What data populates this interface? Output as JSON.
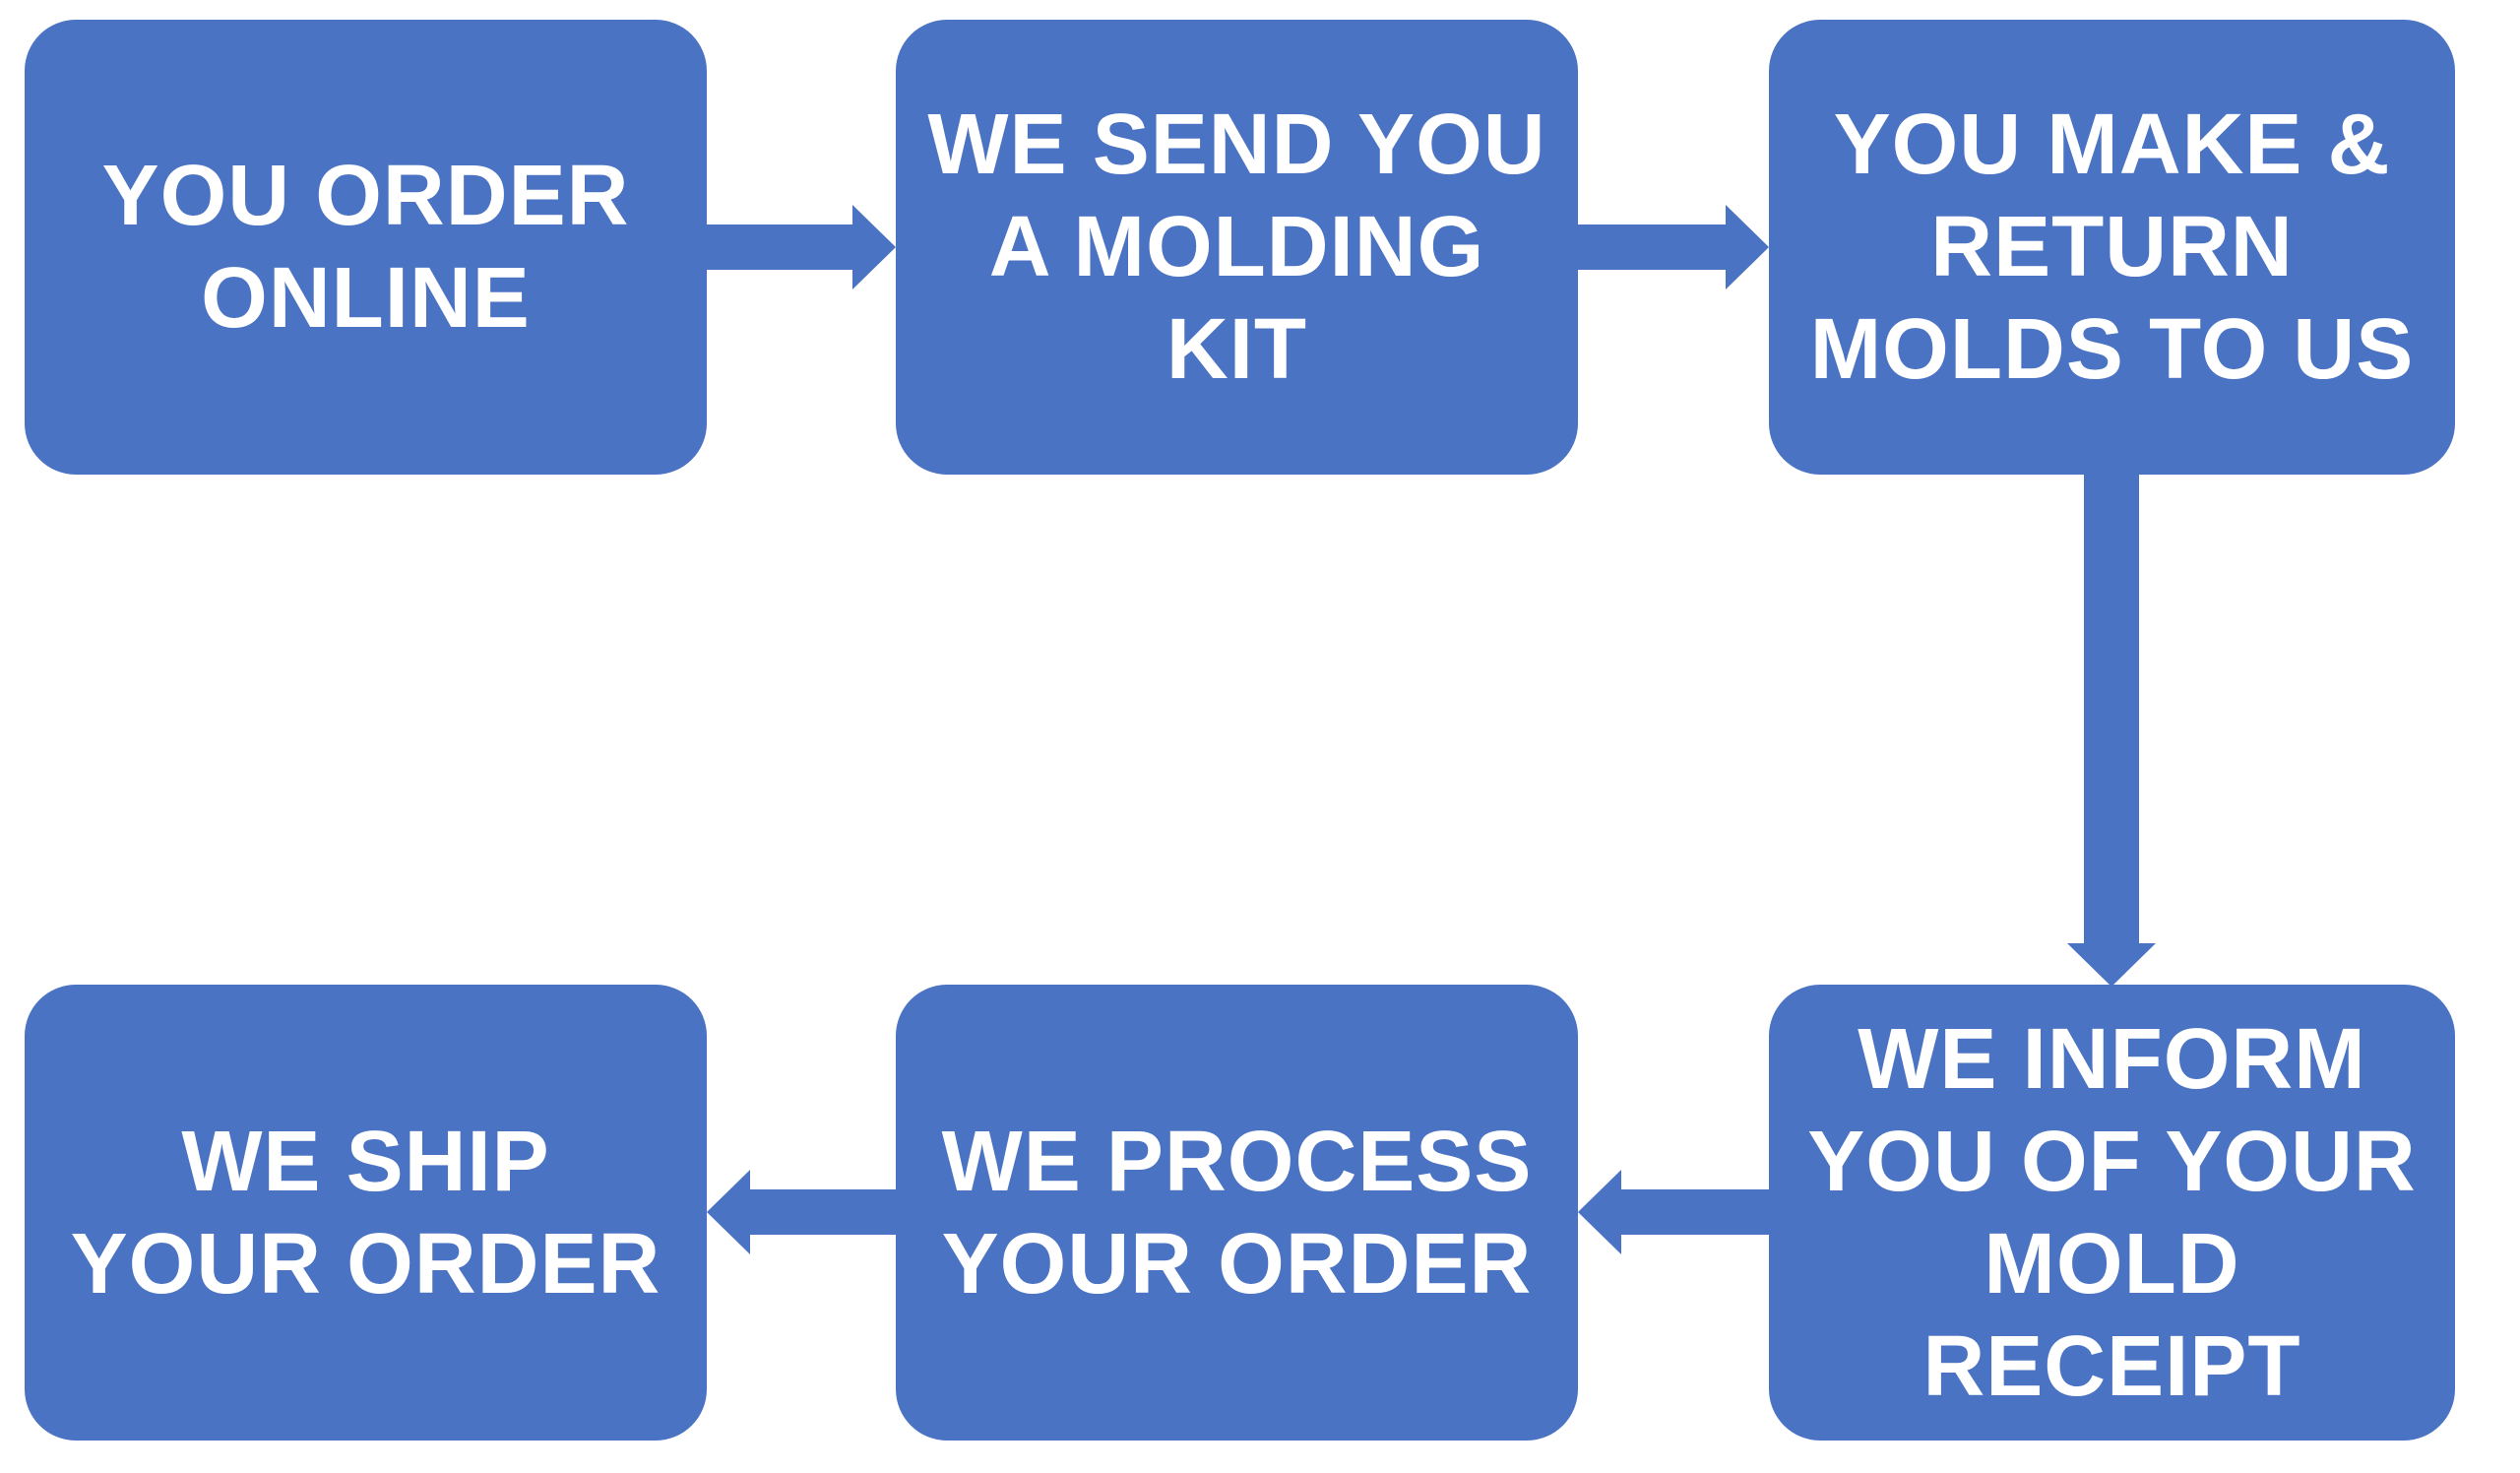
{
  "diagram": {
    "title": "ordering-process-flow",
    "colors": {
      "background": "#ffffff",
      "node_fill": "#4b73c4",
      "node_text": "#ffffff",
      "arrow": "#4b73c4"
    },
    "nodes": [
      {
        "id": "order-online",
        "label": "YOU ORDER\nONLINE"
      },
      {
        "id": "send-molding-kit",
        "label": "WE SEND YOU\nA MOLDING\nKIT"
      },
      {
        "id": "make-return-molds",
        "label": "YOU MAKE &\nRETURN\nMOLDS TO US"
      },
      {
        "id": "inform-mold-receipt",
        "label": "WE INFORM\nYOU OF YOUR\nMOLD\nRECEIPT"
      },
      {
        "id": "process-order",
        "label": "WE PROCESS\nYOUR ORDER"
      },
      {
        "id": "ship-order",
        "label": "WE SHIP\nYOUR ORDER"
      }
    ],
    "edges": [
      {
        "from": "order-online",
        "to": "send-molding-kit",
        "direction": "right"
      },
      {
        "from": "send-molding-kit",
        "to": "make-return-molds",
        "direction": "right"
      },
      {
        "from": "make-return-molds",
        "to": "inform-mold-receipt",
        "direction": "down"
      },
      {
        "from": "inform-mold-receipt",
        "to": "process-order",
        "direction": "left"
      },
      {
        "from": "process-order",
        "to": "ship-order",
        "direction": "left"
      }
    ]
  }
}
